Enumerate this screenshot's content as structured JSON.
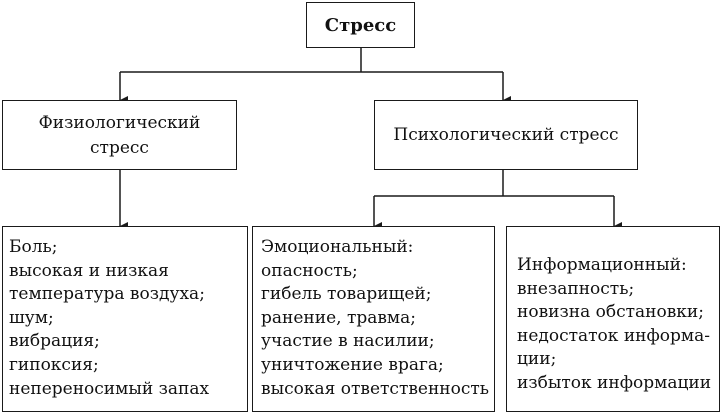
{
  "root": {
    "label": "Стресс"
  },
  "branches": {
    "physiological": {
      "lines": [
        "Физиологический",
        "стресс"
      ]
    },
    "psychological": {
      "label": "Психологический стресс"
    }
  },
  "lists": {
    "physiological": [
      "Боль;",
      "высокая и низкая",
      "температура воздуха;",
      "шум;",
      "вибрация;",
      "гипоксия;",
      "непереносимый запах"
    ],
    "emotional": [
      "Эмоциональный:",
      "опасность;",
      "гибель товарищей;",
      "ранение, травма;",
      "участие в насилии;",
      "уничтожение врага;",
      "высокая ответственность"
    ],
    "informational": [
      "Информационный:",
      "внезапность;",
      "новизна обстановки;",
      "недостаток информа-",
      "ции;",
      "избыток информации"
    ]
  }
}
